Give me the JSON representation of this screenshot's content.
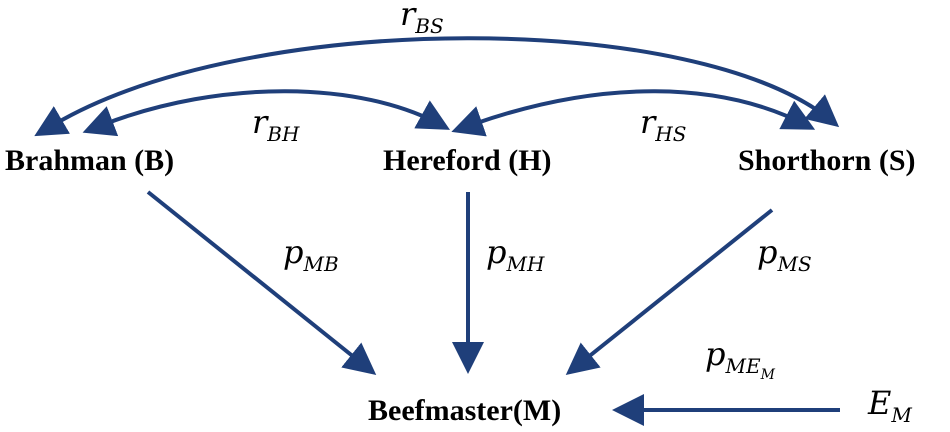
{
  "nodes": {
    "brahman": "Brahman (B)",
    "hereford": "Hereford (H)",
    "shorthorn": "Shorthorn (S)",
    "beefmaster": "Beefmaster(M)"
  },
  "coefficients": {
    "r_bs": {
      "base": "r",
      "sub": "BS"
    },
    "r_bh": {
      "base": "r",
      "sub": "BH"
    },
    "r_hs": {
      "base": "r",
      "sub": "HS"
    },
    "p_mb": {
      "base": "p",
      "sub": "MB"
    },
    "p_mh": {
      "base": "p",
      "sub": "MH"
    },
    "p_ms": {
      "base": "p",
      "sub": "MS"
    },
    "p_me": {
      "base": "p",
      "sub": "ME",
      "subsub": "M"
    },
    "e_m": {
      "base": "E",
      "sub": "M"
    }
  },
  "colors": {
    "arrow": "#1f3f7a",
    "text": "#000000",
    "background": "#ffffff"
  }
}
